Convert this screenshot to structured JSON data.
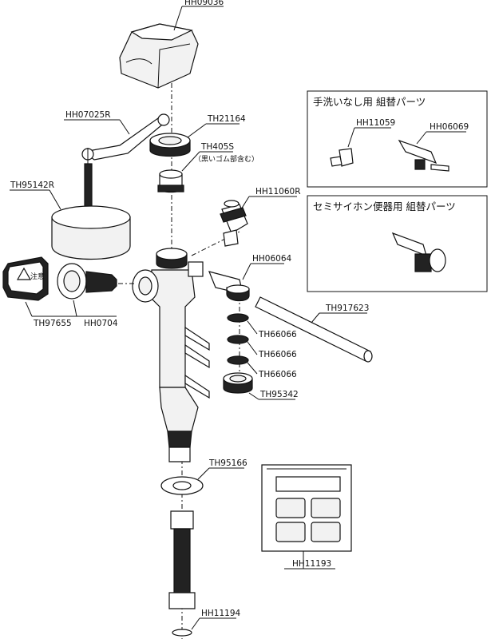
{
  "parts": {
    "hh09036": "HH09036",
    "hh07025r": "HH07025R",
    "th21164": "TH21164",
    "th405s": "TH405S",
    "th405s_note": "（黒いゴム部含む）",
    "th95142r": "TH95142R",
    "hh11060r": "HH11060R",
    "hh06064": "HH06064",
    "th97655": "TH97655",
    "hh0704": "HH0704",
    "th917623": "TH917623",
    "th66066_a": "TH66066",
    "th66066_b": "TH66066",
    "th66066_c": "TH66066",
    "th95342": "TH95342",
    "th95166": "TH95166",
    "hh11193": "HH11193",
    "hh11194": "HH11194"
  },
  "box_upper": {
    "title": "手洗いなし用 組替パーツ",
    "part_a": "HH11059",
    "part_b": "HH06069"
  },
  "box_lower": {
    "title": "セミサイホン便器用 組替パーツ"
  },
  "caution_label": "注意"
}
